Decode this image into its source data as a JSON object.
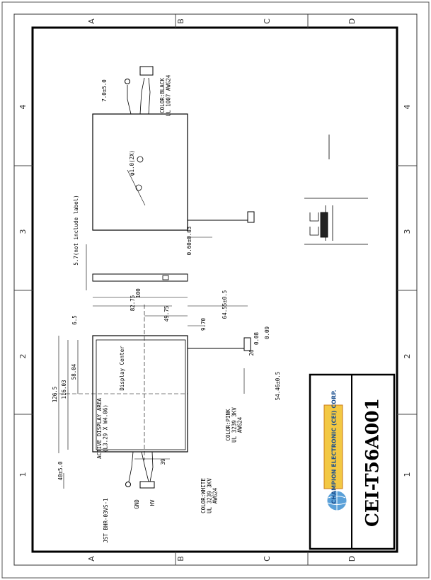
{
  "drawing": {
    "part_number": "CEI-T56A001",
    "company_name": "CHAMPION ELECTRONIC (CEI) CORP.",
    "grid_letters": [
      "A",
      "B",
      "C",
      "D"
    ],
    "grid_numbers": [
      "1",
      "2",
      "3",
      "4"
    ],
    "labels": {
      "cable_top": "COLOR:BLACK\nUL 1007 AWG24",
      "dim_top": "7.0±5.0",
      "hole": "φ1.0(2X)",
      "fpc_dim": "0.60±0.03",
      "note": "5.7(not include label)",
      "dim_100": "100",
      "dim_8275": "82.75",
      "dim_4975": "49.75",
      "dim_970": "9.70",
      "dim_6455": "64.55±0.5",
      "dim_009": "0.09",
      "dim_008": "0.08",
      "dim_26": "26",
      "dim_5446": "54.46±0.5",
      "dim_65": "6.5",
      "dim_1265": "126.5",
      "dim_11603": "116.03",
      "dim_5804": "58.04",
      "dim_39": "39",
      "dim_40": "40±5.0",
      "active_area": "ACTIVE DISPLAY AREA\n(L3.29 X W4.06)",
      "display_center": "Display Center",
      "cable_pink": "COLOR:PINK\nUL 3239 3KV\nAWG24",
      "cable_white": "COLOR:WHITE\nUL 3239 3KV\nAWG24",
      "connector": "JST BHR-03VS-1",
      "gnd": "GND",
      "hv": "HV"
    }
  }
}
